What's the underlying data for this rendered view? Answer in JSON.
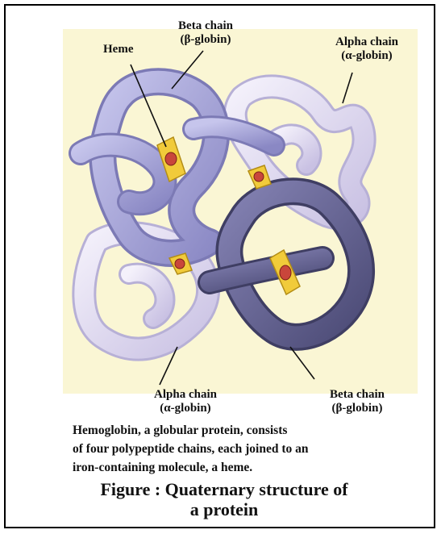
{
  "labels": {
    "heme": "Heme",
    "beta_top_line1": "Beta chain",
    "beta_top_line2": "(β-globin)",
    "alpha_top_line1": "Alpha chain",
    "alpha_top_line2": "(α-globin)",
    "alpha_bottom_line1": "Alpha chain",
    "alpha_bottom_line2": "(α-globin)",
    "beta_bottom_line1": "Beta chain",
    "beta_bottom_line2": "(β-globin)"
  },
  "caption": {
    "line1": "Hemoglobin, a globular protein, consists",
    "line2": "of four polypeptide chains, each joined to an",
    "line3": "iron-containing molecule, a heme."
  },
  "figure_title": {
    "line1": "Figure : Quaternary structure of",
    "line2": "a protein"
  },
  "colors": {
    "background_panel": "#faf6d4",
    "beta_chain_light": "#a9a8d8",
    "beta_chain_dark": "#5f5e8c",
    "alpha_chain": "#dcd6ee",
    "heme_plate": "#f1cb3a",
    "iron_atom": "#c9463b"
  }
}
